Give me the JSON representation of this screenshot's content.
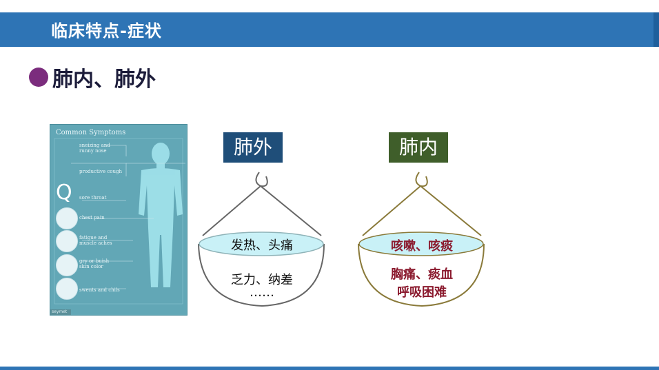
{
  "header": {
    "title": "临床特点-症状"
  },
  "subtitle": "肺内、肺外",
  "poster": {
    "title": "Common Symptoms",
    "symptoms": [
      "sneizing and runny nose",
      "productive cough",
      "sore throat",
      "chest pain",
      "fatigue and muscle aches",
      "gry or buish skin color",
      "swents and chils"
    ],
    "q_letter": "Q",
    "tag": "seymet"
  },
  "scale_left": {
    "label": "肺外",
    "label_color": "#1f4e79",
    "pan_top": "发热、头痛",
    "pan_lines": [
      "乏力、纳差",
      "……"
    ]
  },
  "scale_right": {
    "label": "肺内",
    "label_color": "#3f5e2a",
    "pan_top": "咳嗽、咳痰",
    "pan_lines": [
      "胸痛、痰血",
      "呼吸困难"
    ]
  }
}
